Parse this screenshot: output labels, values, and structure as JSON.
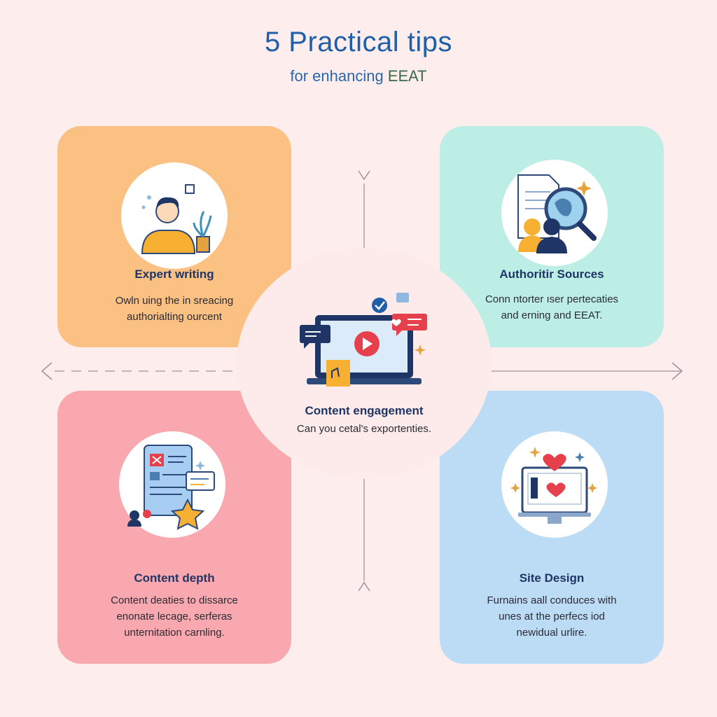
{
  "header": {
    "title": "5 Practical tips",
    "subtitle_prefix": "for enhancing ",
    "subtitle_accent": "EEAT"
  },
  "colors": {
    "background": "#fdeeed",
    "title": "#1f5fa8",
    "card_expert": "#fbc183",
    "card_sources": "#bdeee6",
    "card_depth": "#f9a8b0",
    "card_design": "#bcdcf6",
    "heading": "#1f3566"
  },
  "tips": {
    "expert": {
      "title": "Expert writing",
      "lines": [
        "Owln uing the in sreacing",
        "authorialting ourcent"
      ],
      "icon": "person-with-plant-icon"
    },
    "sources": {
      "title": "Authoritir Sources",
      "lines": [
        "Conn ntorter ıser pertecaties",
        "and erning and EEAT."
      ],
      "icon": "document-magnifier-icon"
    },
    "engagement": {
      "title": "Content engagement",
      "lines": [
        "Can you cetal's exportenties."
      ],
      "icon": "laptop-video-icon"
    },
    "depth": {
      "title": "Content depth",
      "lines": [
        "Content deaties to dissarce",
        "enonate lecage, serferas",
        "unternitation carnling."
      ],
      "icon": "tablet-document-icon"
    },
    "design": {
      "title": "Site Design",
      "lines": [
        "Furnains aall conduces with",
        "unes at the perfecs iod",
        "newidual urlire."
      ],
      "icon": "monitor-heart-icon"
    }
  }
}
